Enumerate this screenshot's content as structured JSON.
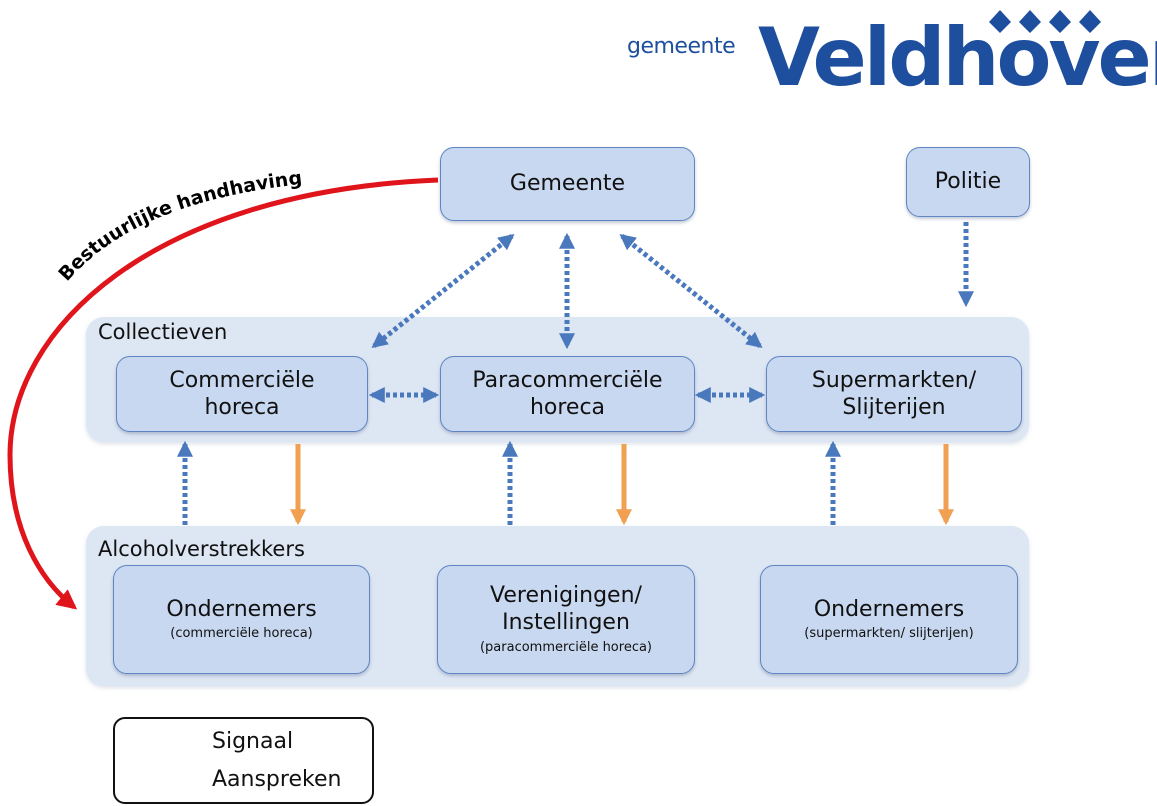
{
  "logo": {
    "small": "gemeente",
    "big": "Veldhoven",
    "diamond_color": "#1e4f9e"
  },
  "nodes": {
    "gemeente": {
      "label": "Gemeente"
    },
    "politie": {
      "label": "Politie"
    },
    "commerciele_horeca": {
      "line1": "Commerciële",
      "line2": "horeca"
    },
    "paracommerciele_horeca": {
      "line1": "Paracommerciële",
      "line2": "horeca"
    },
    "supermarkten": {
      "line1": "Supermarkten/",
      "line2": "Slijterijen"
    },
    "ondernemers_horeca": {
      "line1": "Ondernemers",
      "sub": "(commerciële horeca)"
    },
    "verenigingen": {
      "line1": "Verenigingen/",
      "line2": "Instellingen",
      "sub": "(paracommerciële horeca)"
    },
    "ondernemers_super": {
      "line1": "Ondernemers",
      "sub": "(supermarkten/ slijterijen)"
    }
  },
  "groups": {
    "collectieven": "Collectieven",
    "alcoholverstrekkers": "Alcoholverstrekkers"
  },
  "curve_label": "Bestuurlijke handhaving",
  "legend": {
    "signaal": "Signaal",
    "aanspreken": "Aanspreken"
  },
  "colors": {
    "signaal": "#4a78bd",
    "aanspreken": "#f0a050",
    "handhaving": "#e0141b",
    "box_fill": "#c8d8f0",
    "group_fill": "#dde6f3"
  }
}
